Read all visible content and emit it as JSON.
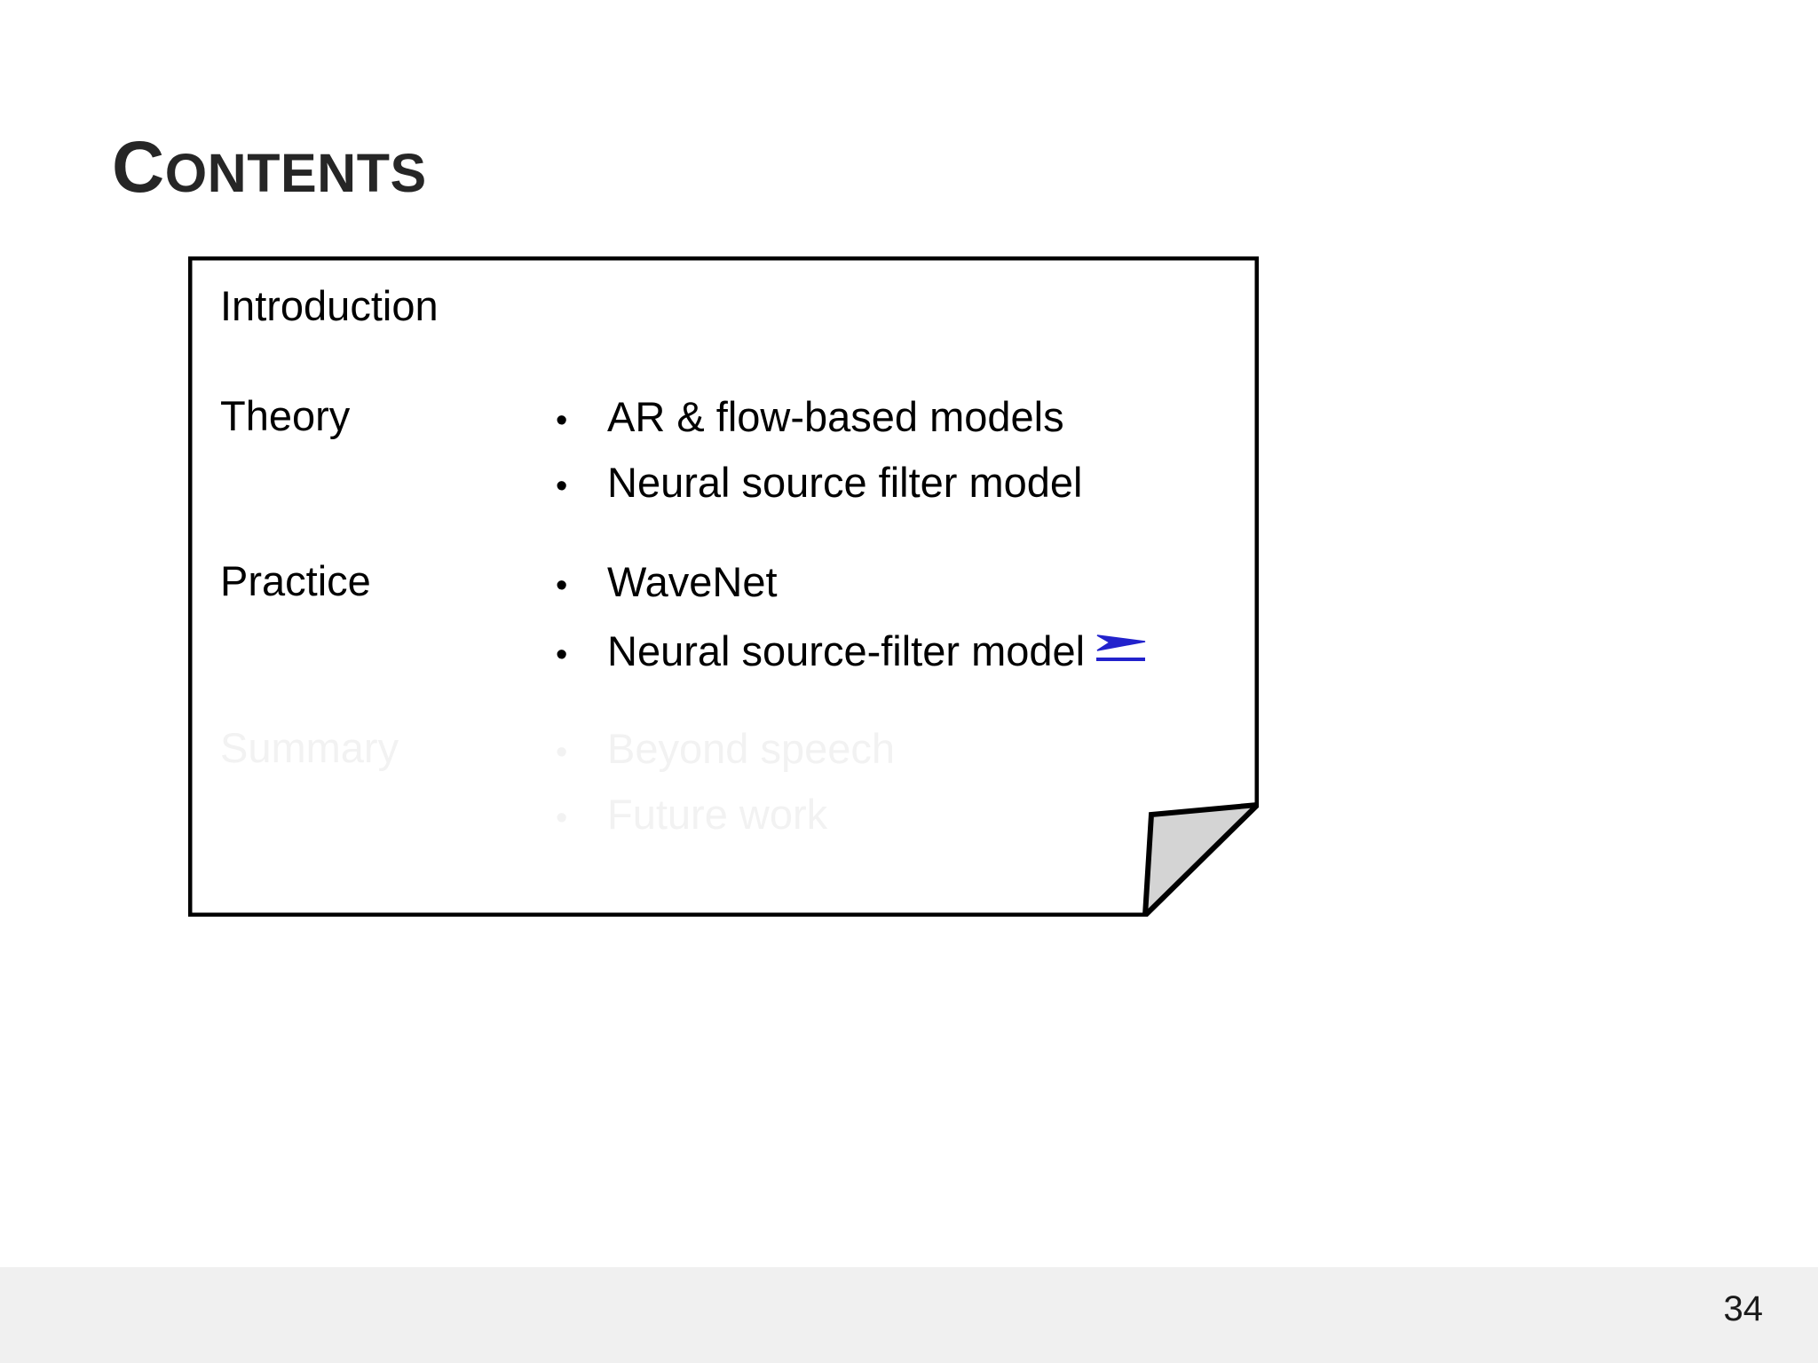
{
  "slide": {
    "title_first_letter": "C",
    "title_rest": "ONTENTS",
    "title_full": "Contents",
    "title_color": "#262626",
    "background_color": "#ffffff"
  },
  "content_box": {
    "border_color": "#000000",
    "fold_fill": "#d4d4d4",
    "rows": [
      {
        "label": "Introduction",
        "bullets": [],
        "state": "active"
      },
      {
        "label": "Theory",
        "bullets": [
          {
            "marker": "•",
            "text": "AR & flow-based models"
          },
          {
            "marker": "•",
            "text": "Neural source filter model"
          }
        ],
        "state": "active"
      },
      {
        "label": "Practice",
        "bullets": [
          {
            "marker": "•",
            "text": "WaveNet"
          },
          {
            "marker": "•",
            "text": "Neural source-filter model",
            "trailing_icon": "blue-arrow-link-icon"
          }
        ],
        "state": "active"
      },
      {
        "label": "Summary",
        "bullets": [
          {
            "marker": "•",
            "text": "Beyond speech"
          },
          {
            "marker": "•",
            "text": "Future work"
          }
        ],
        "state": "faded"
      }
    ]
  },
  "icons": {
    "blue_arrow": {
      "name": "blue-arrow-link-icon",
      "color": "#2222cc"
    }
  },
  "footer": {
    "band_color": "#f0f0f0",
    "page_number": "34"
  }
}
